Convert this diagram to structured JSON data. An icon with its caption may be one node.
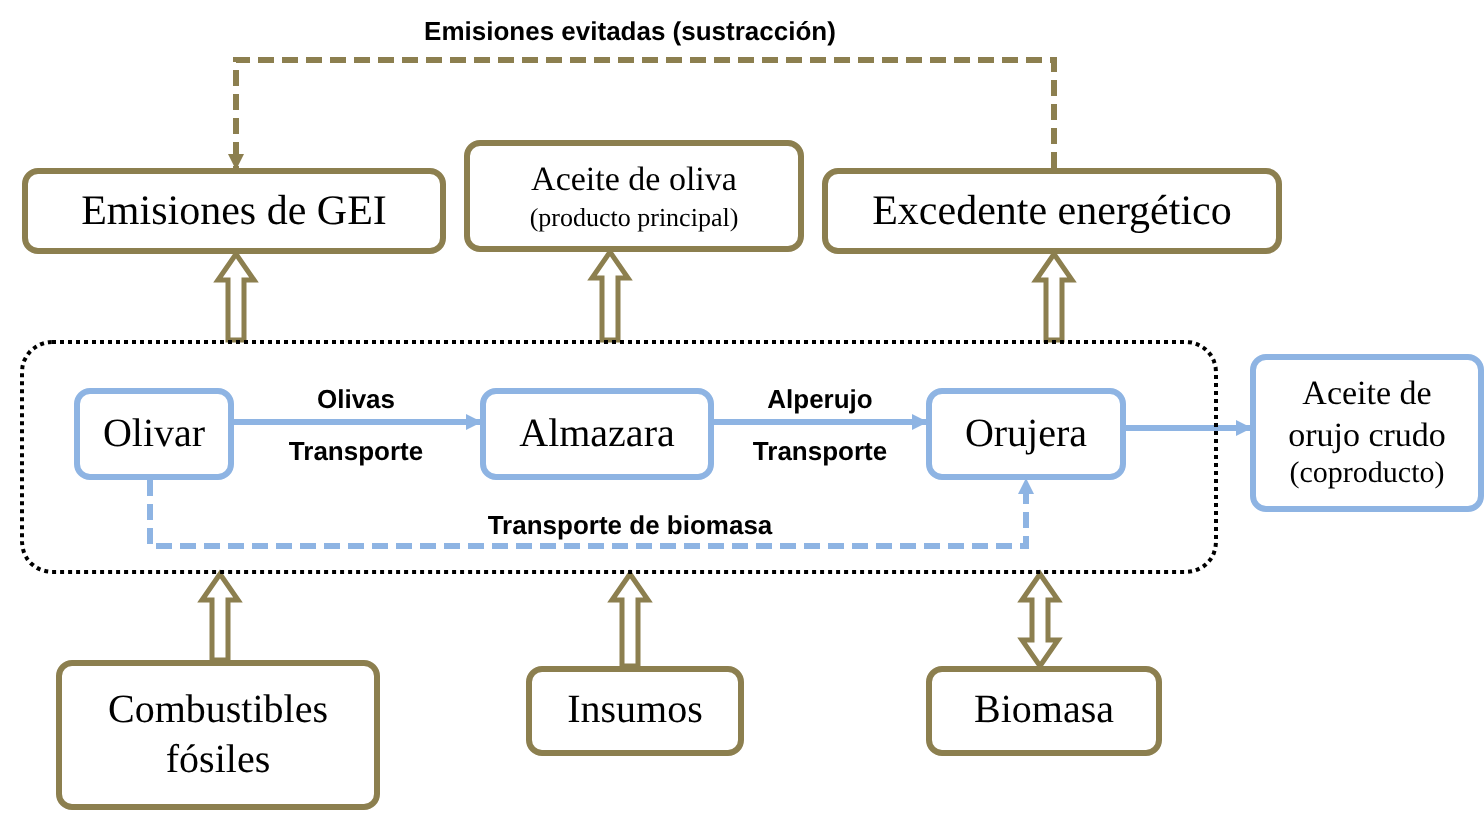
{
  "diagram": {
    "nodes": [
      {
        "text": [
          "Emisiones de GEI"
        ]
      },
      {
        "text": [
          "Aceite de oliva",
          "(producto principal)"
        ]
      },
      {
        "text": [
          "Excedente energético"
        ]
      },
      {
        "text": [],
        "shape": "box"
      },
      {
        "text": [
          "Olivar"
        ],
        "in": 3
      },
      {
        "text": [
          "Almazara"
        ],
        "in": 3
      },
      {
        "text": [
          "Orujera"
        ],
        "in": 3
      },
      {
        "text": [
          "Aceite de orujo crudo",
          "(coproducto)"
        ]
      },
      {
        "text": [
          "Combustibles fósiles"
        ]
      },
      {
        "text": [
          "Insumos"
        ]
      },
      {
        "text": [
          "Biomasa"
        ]
      }
    ],
    "edges": [
      {
        "from": 2,
        "to": 0,
        "arrow": "to",
        "style": "dashed",
        "color": "#8c7f4f",
        "label": "Emisiones evitadas (sustracción)"
      },
      {
        "from": 3,
        "to": 0,
        "arrow": "to",
        "style": "thick"
      },
      {
        "from": 3,
        "to": 1,
        "arrow": "to",
        "style": "thick"
      },
      {
        "from": 3,
        "to": 2,
        "arrow": "to",
        "style": "thick"
      },
      {
        "from": 4,
        "to": 5,
        "arrow": "to",
        "color": "#8eb4e3",
        "label": "Olivas"
      },
      {
        "from": 5,
        "to": 6,
        "arrow": "to",
        "color": "#8eb4e3",
        "label": "Alperujo"
      },
      {
        "from": 6,
        "to": 7,
        "arrow": "to",
        "color": "#8eb4e3"
      },
      {
        "from": 4,
        "to": 6,
        "arrow": "to",
        "style": "dashed",
        "color": "#8eb4e3",
        "label": "Transporte de biomasa"
      },
      {
        "from": 8,
        "to": 3,
        "arrow": "to",
        "style": "thick"
      },
      {
        "from": 9,
        "to": 3,
        "arrow": "to",
        "style": "thick"
      },
      {
        "from": 10,
        "to": 3,
        "arrow": "both",
        "style": "thick"
      }
    ],
    "labels": [
      "Transporte",
      "Transporte"
    ]
  }
}
